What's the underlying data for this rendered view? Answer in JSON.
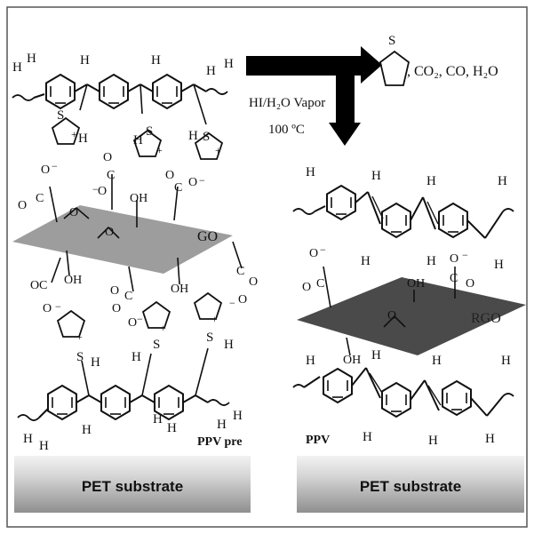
{
  "left_panel": {
    "go_label": "GO",
    "precursor_label": "PPV pre",
    "substrate_label": "PET substrate"
  },
  "right_panel": {
    "rgo_label": "RGO",
    "polymer_label": "PPV",
    "substrate_label": "PET substrate"
  },
  "reaction": {
    "reagent": "HI/H₂O Vapor",
    "temperature": "100 ºC",
    "byproducts": ", CO₂, CO, H₂O",
    "byproduct_ring_atom": "S"
  },
  "atoms": {
    "hydrogen": "H",
    "sulfur": "S",
    "oxygen": "O",
    "carbon": "C",
    "hydroxyl": "OH",
    "plus": "+",
    "minus": "−"
  },
  "colors": {
    "go_sheet": "#9d9d9d",
    "rgo_sheet": "#4a4a4a",
    "substrate_light": "#d9d9d9",
    "substrate_dark": "#8e8e8e",
    "arrow": "#000000"
  }
}
